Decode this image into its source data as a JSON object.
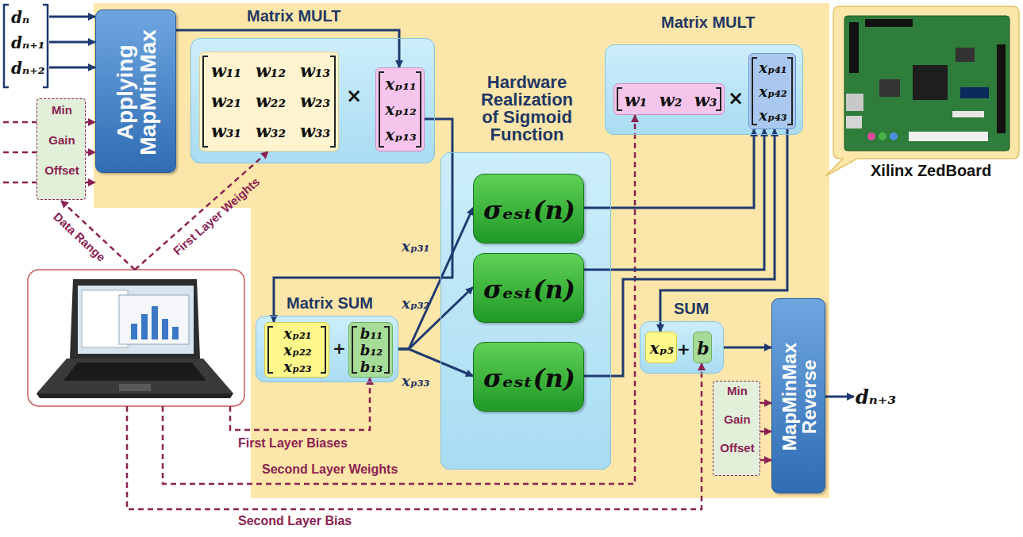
{
  "diagram": {
    "nodes": [
      {
        "text": [
          "Applying MapMinMax"
        ]
      },
      {
        "text": [
          "Min",
          "Gain",
          "Offset"
        ]
      },
      {
        "text": [
          "Matrix MULT",
          "×"
        ]
      },
      {
        "text": [
          "w₁₁",
          "w₁₂",
          "w₁₃",
          "w₂₁",
          "w₂₂",
          "w₂₃",
          "w₃₁",
          "w₃₂",
          "w₃₃"
        ],
        "in": 2
      },
      {
        "text": [
          "xₚ₁₁",
          "xₚ₁₂",
          "xₚ₁₃"
        ],
        "in": 2
      },
      {
        "text": [
          "Matrix SUM",
          "+"
        ]
      },
      {
        "text": [
          "xₚ₂₁",
          "xₚ₂₂",
          "xₚ₂₃"
        ],
        "in": 5
      },
      {
        "text": [
          "b₁₁",
          "b₁₂",
          "b₁₃"
        ],
        "in": 5
      },
      {
        "text": [
          "Hardware Realization of Sigmoid Function"
        ]
      },
      {
        "text": [
          "σₑₛₜ(n)"
        ],
        "in": 8
      },
      {
        "text": [
          "σₑₛₜ(n)"
        ],
        "in": 8
      },
      {
        "text": [
          "σₑₛₜ(n)"
        ],
        "in": 8
      },
      {
        "text": [
          "Matrix MULT",
          "×"
        ]
      },
      {
        "text": [
          "w₁",
          "w₂",
          "w₃"
        ],
        "in": 12
      },
      {
        "text": [
          "xₚ₄₁",
          "xₚ₄₂",
          "xₚ₄₃"
        ],
        "in": 12
      },
      {
        "text": [
          "SUM",
          "+"
        ]
      },
      {
        "text": [
          "xₚ₅"
        ],
        "in": 15
      },
      {
        "text": [
          "b"
        ],
        "in": 15
      },
      {
        "text": [
          "MapMinMax Reverse"
        ]
      },
      {
        "text": [
          "Min",
          "Gain",
          "Offset"
        ]
      }
    ],
    "edges": [
      {
        "from": 1,
        "to": 0,
        "arrow": "to"
      },
      {
        "from": 1,
        "to": 0,
        "arrow": "to"
      },
      {
        "from": 1,
        "to": 0,
        "arrow": "to"
      },
      {
        "from": 0,
        "to": 4,
        "arrow": "to"
      },
      {
        "from": 4,
        "to": 6,
        "arrow": "to"
      },
      {
        "from": 5,
        "to": 9,
        "label": "xₚ₃₁",
        "arrow": "to"
      },
      {
        "from": 5,
        "to": 10,
        "label": "xₚ₃₂",
        "arrow": "to"
      },
      {
        "from": 5,
        "to": 11,
        "label": "xₚ₃₃",
        "arrow": "to"
      },
      {
        "from": 9,
        "to": 14,
        "arrow": "to"
      },
      {
        "from": 10,
        "to": 14,
        "arrow": "to"
      },
      {
        "from": 11,
        "to": 14,
        "arrow": "to"
      },
      {
        "from": 14,
        "to": 16,
        "arrow": "to"
      },
      {
        "from": 15,
        "to": 18,
        "arrow": "to"
      },
      {
        "from": 19,
        "to": 18,
        "arrow": "to"
      },
      {
        "from": 19,
        "to": 18,
        "arrow": "to"
      },
      {
        "from": 19,
        "to": 18,
        "arrow": "to"
      }
    ],
    "labels": [
      "dₙ",
      "dₙ₊₁",
      "dₙ₊₂",
      "Data Range",
      "First Layer Weights",
      "First Layer Biases",
      "Second Layer Weights",
      "Second Layer Bias",
      "dₙ₊₃",
      "Xilinx ZedBoard"
    ]
  }
}
